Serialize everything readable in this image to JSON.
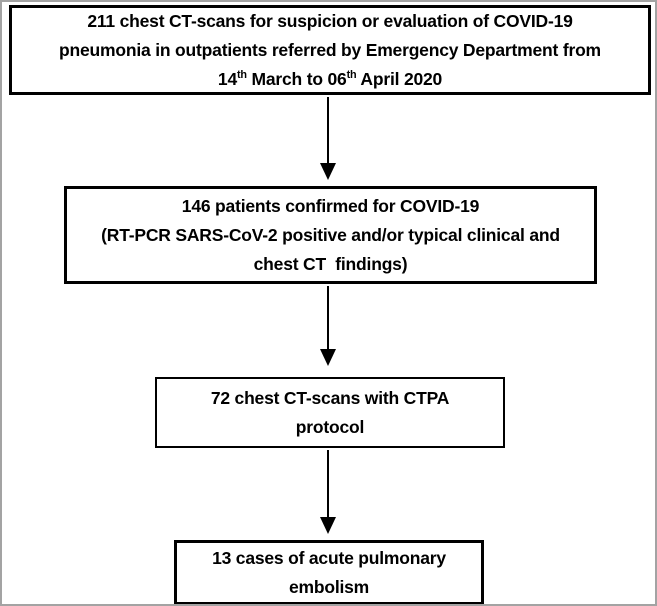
{
  "figure": {
    "type": "flowchart",
    "background_color": "#ffffff",
    "box_border_color": "#000000",
    "arrow_color": "#000000",
    "frame_color": "#a3a3a3",
    "text_color": "#000000"
  },
  "nodes": [
    {
      "id": "initial-ct-scans",
      "count": 211,
      "lines": {
        "l1": "211 chest CT-scans for suspicion or evaluation of COVID-19",
        "l2": "pneumonia in outpatients referred by Emergency Department from",
        "l3a": "14",
        "l3a_sup": "th",
        "l3b": " March to 06",
        "l3b_sup": "th",
        "l3c": " April 2020"
      }
    },
    {
      "id": "confirmed-covid19",
      "count": 146,
      "lines": {
        "l1": "146 patients confirmed for COVID-19",
        "l2": "(RT-PCR SARS-CoV-2 positive and/or typical clinical and",
        "l3": "chest CT  findings)"
      }
    },
    {
      "id": "ctpa-protocol",
      "count": 72,
      "lines": {
        "l1": "72 chest CT-scans with CTPA",
        "l2": "protocol"
      }
    },
    {
      "id": "acute-pulmonary-embolism",
      "count": 13,
      "lines": {
        "l1": "13 cases of acute pulmonary",
        "l2": "embolism"
      }
    }
  ]
}
